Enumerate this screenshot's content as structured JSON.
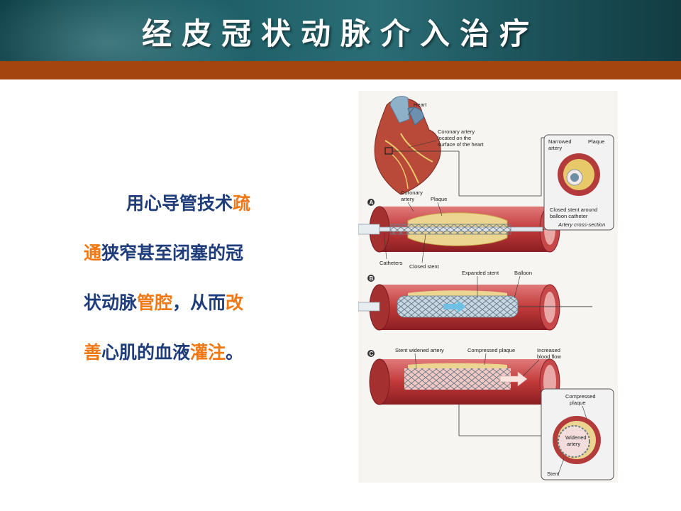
{
  "slide": {
    "title": "经皮冠状动脉介入治疗"
  },
  "body": {
    "segments": [
      {
        "text": "用心导管技术",
        "highlight": false
      },
      {
        "text": "疏",
        "highlight": true
      },
      {
        "text": "通",
        "highlight": true
      },
      {
        "text": "狭窄甚至闭塞的冠",
        "highlight": false
      },
      {
        "text": "状动脉",
        "highlight": false
      },
      {
        "text": "管腔",
        "highlight": true
      },
      {
        "text": "，从而",
        "highlight": false
      },
      {
        "text": "改",
        "highlight": true
      },
      {
        "text": "善",
        "highlight": true
      },
      {
        "text": "心肌的血液",
        "highlight": false
      },
      {
        "text": "灌注",
        "highlight": true
      },
      {
        "text": "。",
        "highlight": false
      }
    ]
  },
  "figure": {
    "labels": {
      "heart": "Heart",
      "coronary_surface_1": "Coronary artery",
      "coronary_surface_2": "located on the",
      "coronary_surface_3": "surface of the heart",
      "panel_a": "A",
      "panel_b": "B",
      "panel_c": "C",
      "coronary_artery_1": "Coronary",
      "coronary_artery_2": "artery",
      "plaque": "Plaque",
      "catheters": "Catheters",
      "closed_stent": "Closed stent",
      "narrowed_artery_1": "Narrowed",
      "narrowed_artery_2": "artery",
      "inset_plaque": "Plaque",
      "closed_stent_around_1": "Closed stent around",
      "closed_stent_around_2": "balloon catheter",
      "artery_cross_section": "Artery cross-section",
      "expanded_stent": "Expanded stent",
      "balloon": "Balloon",
      "stent_widened_artery": "Stent widened artery",
      "compressed_plaque": "Compressed plaque",
      "increased_blood_flow_1": "Increased",
      "increased_blood_flow_2": "blood flow",
      "compressed_plaque_2_1": "Compressed",
      "compressed_plaque_2_2": "plaque",
      "widened_artery_1": "Widened",
      "widened_artery_2": "artery",
      "stent": "Stent"
    }
  }
}
